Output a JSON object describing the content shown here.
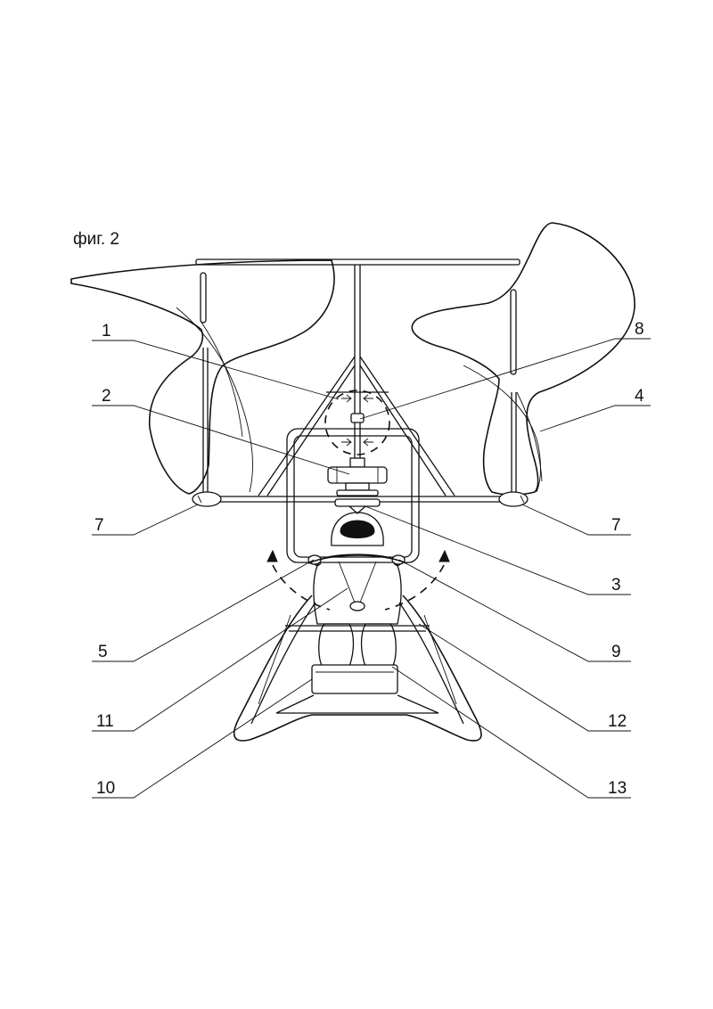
{
  "figure": {
    "title": "фиг. 2"
  },
  "labels": [
    {
      "id": "1",
      "text": "1"
    },
    {
      "id": "2",
      "text": "2"
    },
    {
      "id": "3",
      "text": "3"
    },
    {
      "id": "4",
      "text": "4"
    },
    {
      "id": "5",
      "text": "5"
    },
    {
      "id": "7a",
      "text": "7"
    },
    {
      "id": "7b",
      "text": "7"
    },
    {
      "id": "8",
      "text": "8"
    },
    {
      "id": "9",
      "text": "9"
    },
    {
      "id": "10",
      "text": "10"
    },
    {
      "id": "11",
      "text": "11"
    },
    {
      "id": "12",
      "text": "12"
    },
    {
      "id": "13",
      "text": "13"
    }
  ]
}
